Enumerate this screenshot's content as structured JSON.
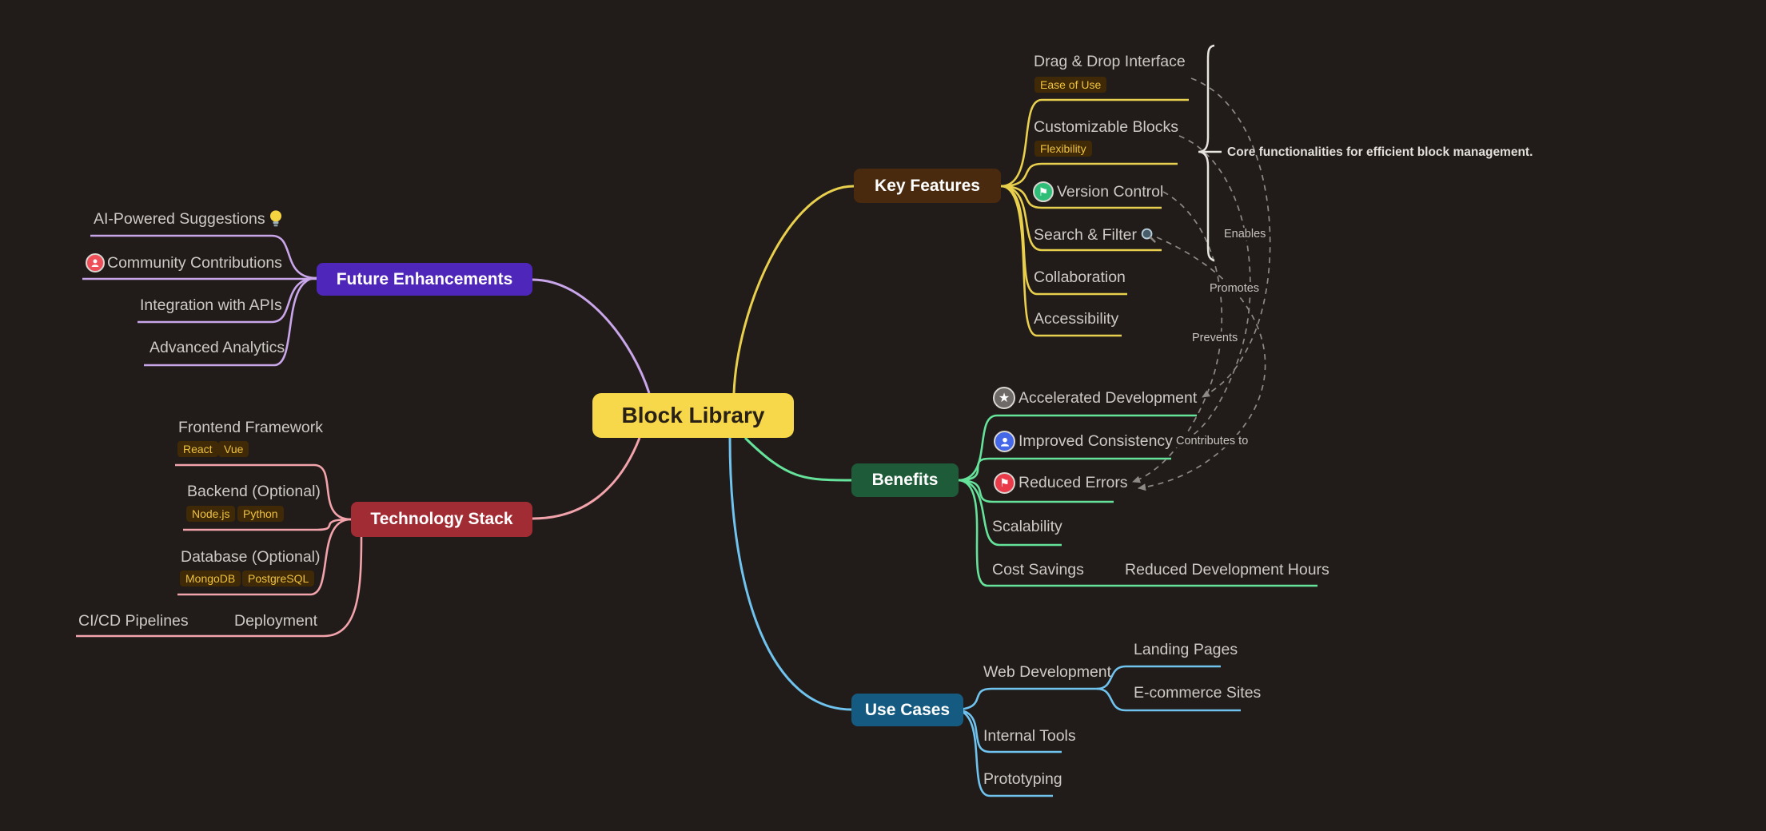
{
  "root": {
    "label": "Block Library"
  },
  "branches": {
    "key_features": {
      "label": "Key Features",
      "color": "#e8cf4d",
      "box_bg": "#4a2a0e",
      "summary": "Core functionalities for efficient block management.",
      "children": [
        {
          "label": "Drag & Drop Interface",
          "tag": "Ease of Use"
        },
        {
          "label": "Customizable Blocks",
          "tag": "Flexibility"
        },
        {
          "label": "Version Control",
          "icon": "flag-badge-green"
        },
        {
          "label": "Search & Filter",
          "icon": "magnifier"
        },
        {
          "label": "Collaboration"
        },
        {
          "label": "Accessibility"
        }
      ]
    },
    "benefits": {
      "label": "Benefits",
      "color": "#66e39b",
      "box_bg": "#1e5c39",
      "children": [
        {
          "label": "Accelerated Development",
          "icon": "star-badge"
        },
        {
          "label": "Improved Consistency",
          "icon": "user-badge-blue"
        },
        {
          "label": "Reduced Errors",
          "icon": "flag-badge-red"
        },
        {
          "label": "Scalability"
        },
        {
          "label": "Cost Savings",
          "children": [
            {
              "label": "Reduced Development Hours"
            }
          ]
        }
      ]
    },
    "use_cases": {
      "label": "Use Cases",
      "color": "#6fc3ee",
      "box_bg": "#155a80",
      "children": [
        {
          "label": "Web Development",
          "children": [
            {
              "label": "Landing Pages"
            },
            {
              "label": "E-commerce Sites"
            }
          ]
        },
        {
          "label": "Internal Tools"
        },
        {
          "label": "Prototyping"
        }
      ]
    },
    "future_enhancements": {
      "label": "Future Enhancements",
      "color": "#c9a6ea",
      "box_bg": "#4f26ba",
      "children": [
        {
          "label": "AI-Powered Suggestions",
          "icon": "bulb"
        },
        {
          "label": "Community Contributions",
          "icon": "user-badge-red"
        },
        {
          "label": "Integration with APIs"
        },
        {
          "label": "Advanced Analytics"
        }
      ]
    },
    "technology_stack": {
      "label": "Technology Stack",
      "color": "#f2a3ab",
      "box_bg": "#a22c34",
      "children": [
        {
          "label": "Frontend Framework",
          "tags": [
            "React",
            "Vue"
          ]
        },
        {
          "label": "Backend (Optional)",
          "tags": [
            "Node.js",
            "Python"
          ]
        },
        {
          "label": "Database (Optional)",
          "tags": [
            "MongoDB",
            "PostgreSQL"
          ]
        },
        {
          "label": "Deployment",
          "children": [
            {
              "label": "CI/CD Pipelines"
            }
          ]
        }
      ]
    }
  },
  "associations": [
    {
      "label": "Enables",
      "from": "Drag & Drop Interface",
      "to": "Accelerated Development"
    },
    {
      "label": "Promotes",
      "from": "Customizable Blocks",
      "to": "Improved Consistency"
    },
    {
      "label": "Prevents",
      "from": "Version Control",
      "to": "Reduced Errors"
    },
    {
      "label": "Contributes to",
      "from": "Search & Filter",
      "to": "Reduced Errors"
    }
  ],
  "colors": {
    "background": "#211c19",
    "leaf_text": "#cdc9c5",
    "association_line": "#8d8985",
    "bracket": "#e8e4e0",
    "root_bg": "#f6d84a"
  }
}
